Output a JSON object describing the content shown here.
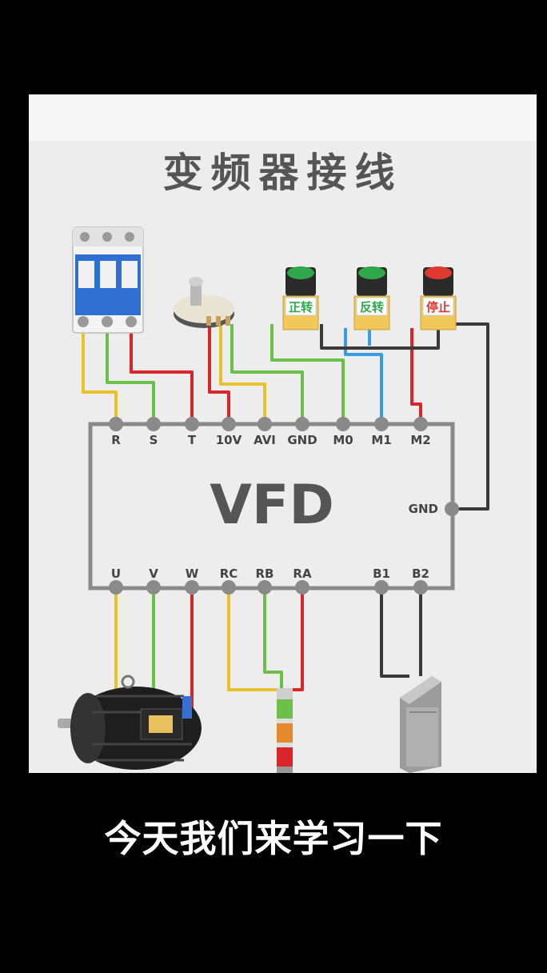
{
  "title": "变频器接线",
  "subtitle": "今天我们来学习一下",
  "vfd": {
    "label": "VFD",
    "top_terminals": [
      "R",
      "S",
      "T",
      "10V",
      "AVI",
      "GND",
      "M0",
      "M1",
      "M2"
    ],
    "side_terminal": "GND",
    "bottom_terminals": [
      "U",
      "V",
      "W",
      "RC",
      "RB",
      "RA",
      "B1",
      "B2"
    ]
  },
  "buttons": [
    {
      "label": "正转",
      "color": "#2ea84a"
    },
    {
      "label": "反转",
      "color": "#2ea84a"
    },
    {
      "label": "停止",
      "color": "#e03a2f"
    }
  ],
  "colors": {
    "wire_yellow": "#e8c22a",
    "wire_green": "#6cc04a",
    "wire_red": "#d8262b",
    "wire_blue": "#3b9be0",
    "wire_black": "#3a3a3a",
    "frame": "#8a8a8a"
  },
  "icons": [
    "circuit-breaker-icon",
    "potentiometer-icon",
    "push-button-icon",
    "motor-icon",
    "signal-tower-icon",
    "brake-resistor-icon"
  ]
}
